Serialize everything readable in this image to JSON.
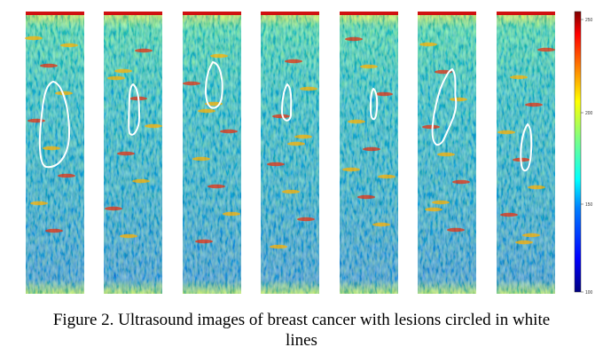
{
  "figure": {
    "panel_count": 7,
    "colorbar": {
      "ticks": [
        "250",
        "200",
        "150",
        "100"
      ],
      "colormap": [
        "#00007f",
        "#0000ff",
        "#0080ff",
        "#00ffff",
        "#80ff80",
        "#ffff00",
        "#ff8000",
        "#ff0000",
        "#7f0000"
      ]
    },
    "lesion_outline_color": "#ffffff"
  },
  "caption": {
    "line1": "Figure 2. Ultrasound images of breast cancer with lesions circled in white",
    "line2": "lines"
  }
}
